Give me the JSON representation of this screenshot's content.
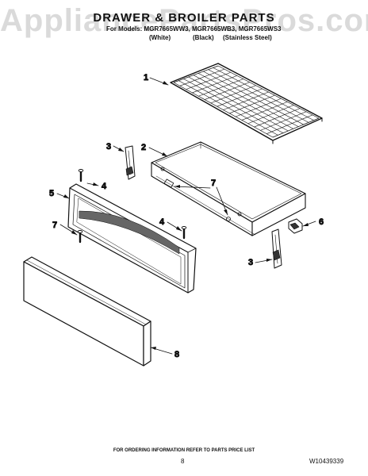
{
  "watermark": "AppliancePartsPros.com",
  "header": {
    "title": "DRAWER & BROILER PARTS",
    "models_line": "For Models: MGR7665WW3, MGR7665WB3, MGR7665WS3",
    "variants": [
      "(White)",
      "(Black)",
      "(Stainless Steel)"
    ]
  },
  "callouts": {
    "c1": "1",
    "c2": "2",
    "c3a": "3",
    "c3b": "3",
    "c4a": "4",
    "c4b": "4",
    "c5": "5",
    "c6": "6",
    "c7a": "7",
    "c7b": "7",
    "c8": "8"
  },
  "footer": {
    "ordering_note": "FOR ORDERING INFORMATION REFER TO PARTS PRICE LIST",
    "page_number": "8",
    "document_number": "W10439339"
  }
}
